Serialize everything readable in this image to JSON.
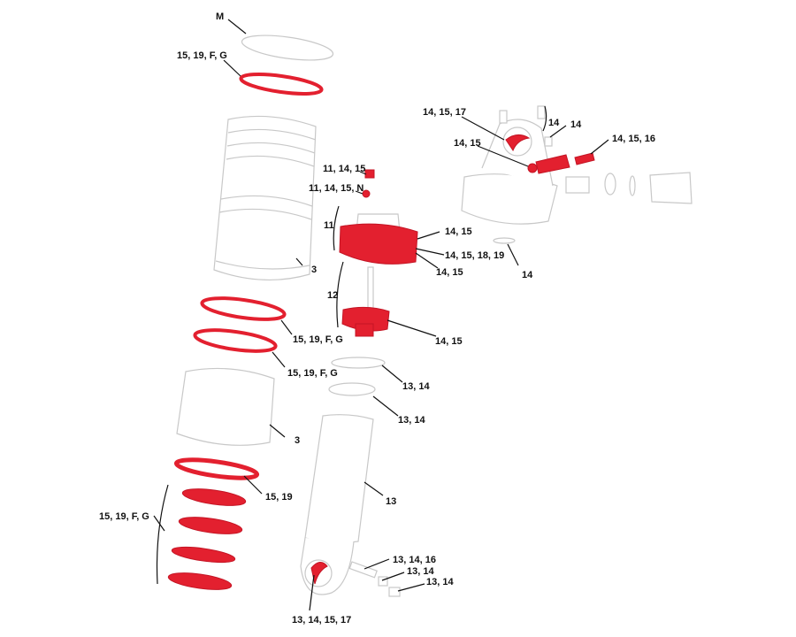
{
  "colors": {
    "highlight": "#e3202f",
    "outline": "#c8c8c8",
    "text": "#111111"
  },
  "labels": {
    "m": "M",
    "top_ring": "15, 19, F, G",
    "eyelet_top": "14, 15, 17",
    "screw_a": "14",
    "screw_b": "14",
    "top_oring": "14, 15",
    "valve_top": "14, 15, 16",
    "cap_a": "11, 14, 15",
    "ball_n": "11, 14, 15, N",
    "group_11": "11",
    "piston_a": "14, 15",
    "piston_b": "14, 15, 18, 19",
    "piston_c": "14, 15",
    "washer": "14",
    "can_upper": "3",
    "group_12": "12",
    "ring_upper": "15, 19, F, G",
    "piston12": "14, 15",
    "ring_lower": "15, 19, F, G",
    "seal_a": "13, 14",
    "seal_b": "13, 14",
    "can_lower": "3",
    "ring_1519": "15, 19",
    "body": "13",
    "stack_rings": "15, 19, F, G",
    "valve_bottom": "13, 14, 16",
    "cap_bottom_a": "13, 14",
    "cap_bottom_b": "13, 14",
    "eyelet_bottom": "13, 14, 15, 17"
  }
}
